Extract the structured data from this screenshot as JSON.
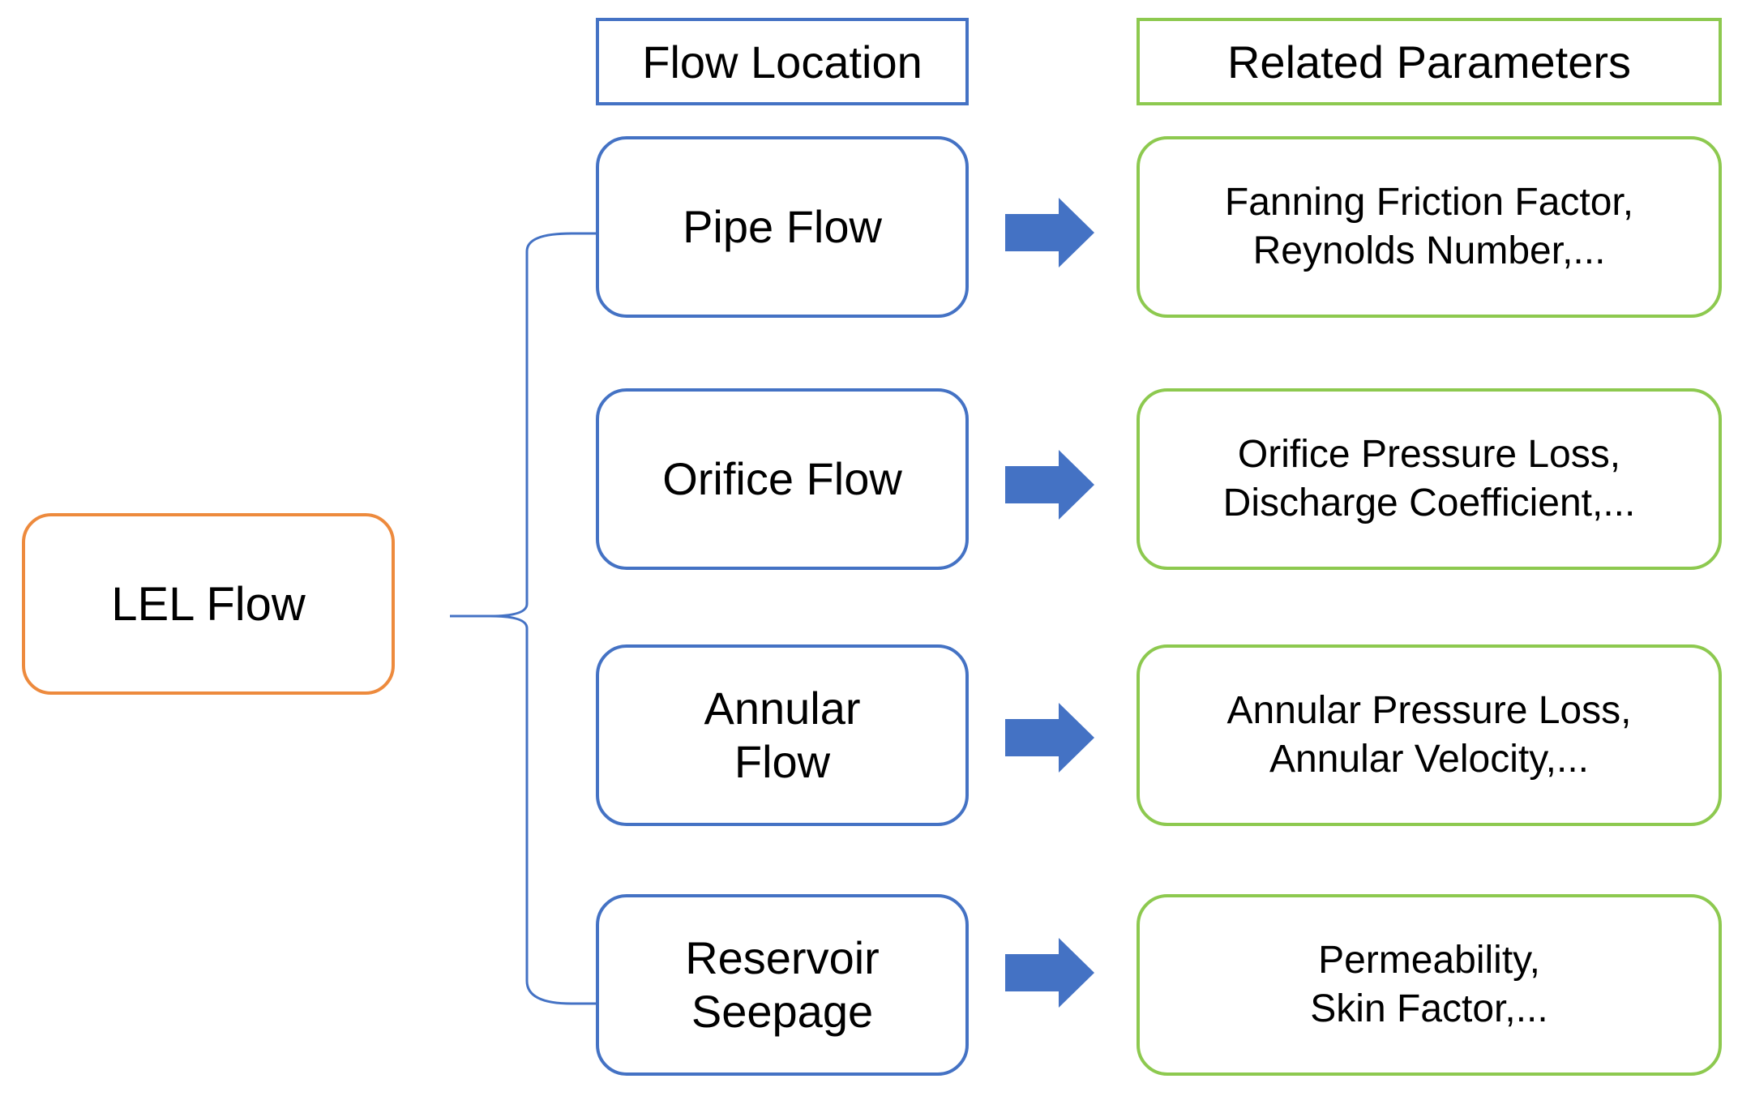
{
  "colors": {
    "root": "#ED8A3D",
    "location": "#4472C4",
    "parameters": "#8DC94F",
    "arrow": "#4472C4"
  },
  "headers": {
    "location": "Flow Location",
    "parameters": "Related Parameters"
  },
  "root": {
    "label": "LEL Flow"
  },
  "rows": [
    {
      "location": "Pipe Flow",
      "parameters": "Fanning Friction Factor,\nReynolds Number,..."
    },
    {
      "location": "Orifice Flow",
      "parameters": "Orifice Pressure Loss,\nDischarge Coefficient,..."
    },
    {
      "location": "Annular\nFlow",
      "parameters": "Annular Pressure Loss,\nAnnular Velocity,..."
    },
    {
      "location": "Reservoir\nSeepage",
      "parameters": "Permeability,\nSkin Factor,..."
    }
  ],
  "icons": {
    "arrow": "right-arrow-icon",
    "bracket": "curly-brace-connector"
  }
}
